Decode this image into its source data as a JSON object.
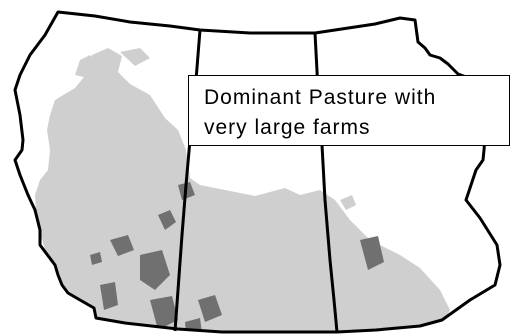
{
  "map": {
    "annotation_lines": [
      "Dominant Pasture with",
      "very large farms"
    ],
    "colors": {
      "background": "#ffffff",
      "outline": "#000000",
      "pasture_light": "#cfcfcf",
      "pasture_dark": "#707070"
    },
    "icons": {
      "region": "province-outline",
      "fill": "land-use-shading"
    }
  }
}
